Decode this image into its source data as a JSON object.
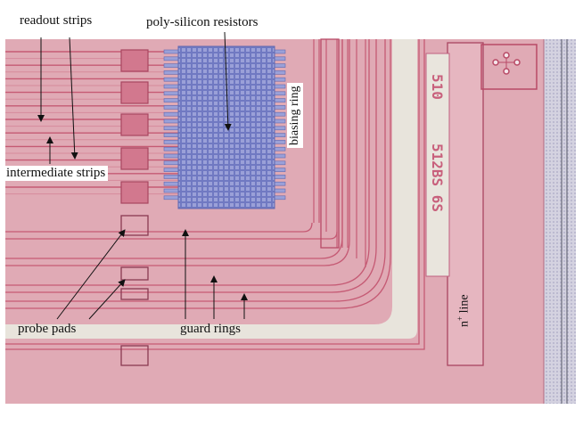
{
  "labels": {
    "readout_strips": "readout strips",
    "poly_silicon_resistors": "poly-silicon resistors",
    "biasing_ring": "biasing ring",
    "intermediate_strips": "intermediate strips",
    "probe_pads": "probe pads",
    "guard_rings": "guard rings",
    "n_line_main": "n",
    "n_line_sup": "+",
    "n_line_rest": " line"
  },
  "chip_marking": {
    "line1": "510",
    "line2": "512BS 6S"
  },
  "colors": {
    "substrate": "#e0aab5",
    "metal_line": "#c55a74",
    "guard_band": "#e8e4dc",
    "resistor": "#7a82c8",
    "edge": "#c8c8d6"
  }
}
